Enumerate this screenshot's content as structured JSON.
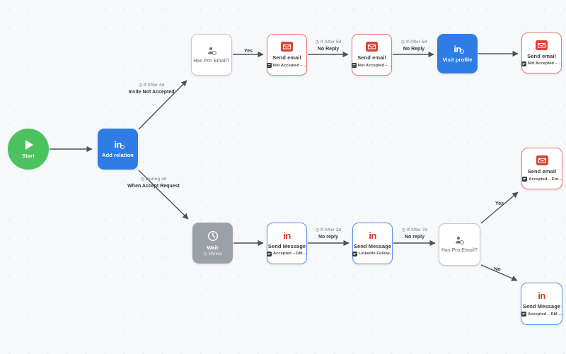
{
  "colors": {
    "node_blue": "#2e7de4",
    "start_green": "#4ac25e",
    "email_red": "#dd4437",
    "red_border": "#e87c70",
    "blue_border": "#5b93ee",
    "wait_gray": "#9ca1a8",
    "arrow": "#4d5156"
  },
  "icons": {
    "linkedin": "in",
    "clock": "◷",
    "play": "play-icon",
    "envelope": "envelope-icon",
    "person_search": "person-search-icon",
    "wait_clock": "clock-icon",
    "template": "template-icon"
  },
  "nodes": {
    "start": {
      "label": "Start"
    },
    "add_relation": {
      "label": "Add relation"
    },
    "has_pro_email_top": {
      "label": "Has Pro Email?"
    },
    "send_email_1": {
      "title": "Send email",
      "subtitle": "Not Accepted – ..."
    },
    "send_email_2": {
      "title": "Send email",
      "subtitle": "Not Accepted – ..."
    },
    "visit_profile": {
      "label": "Visit profile"
    },
    "send_email_3": {
      "title": "Send email",
      "subtitle": "Not Accepted – ..."
    },
    "wait": {
      "title": "Wait",
      "subtitle": "30mins"
    },
    "send_message_1": {
      "title": "Send Message",
      "subtitle": "Accepted – DM ..."
    },
    "send_message_2": {
      "title": "Send Message",
      "subtitle": "LinkedIn Follow..."
    },
    "has_pro_email_bottom": {
      "label": "Has Pro Email?"
    },
    "send_email_4": {
      "title": "Send email",
      "subtitle": "Accepted – Em..."
    },
    "send_message_3": {
      "title": "Send Message",
      "subtitle": "Accepted – DM ..."
    }
  },
  "edges": {
    "invite_branch": {
      "timing": "If After 4d",
      "condition": "Invite Not Accepted"
    },
    "accept_branch": {
      "timing": "During 4d",
      "condition": "When Accept Request"
    },
    "yes_top": {
      "condition": "Yes"
    },
    "no_reply_1": {
      "timing": "If After 5d",
      "condition": "No Reply"
    },
    "no_reply_2": {
      "timing": "If After 5d",
      "condition": "No Reply"
    },
    "no_reply_3": {
      "timing": "If After 2d",
      "condition": "No reply"
    },
    "no_reply_4": {
      "timing": "If After 7d",
      "condition": "No reply"
    },
    "yes_bottom": {
      "condition": "Yes"
    },
    "no_bottom": {
      "condition": "No"
    }
  }
}
